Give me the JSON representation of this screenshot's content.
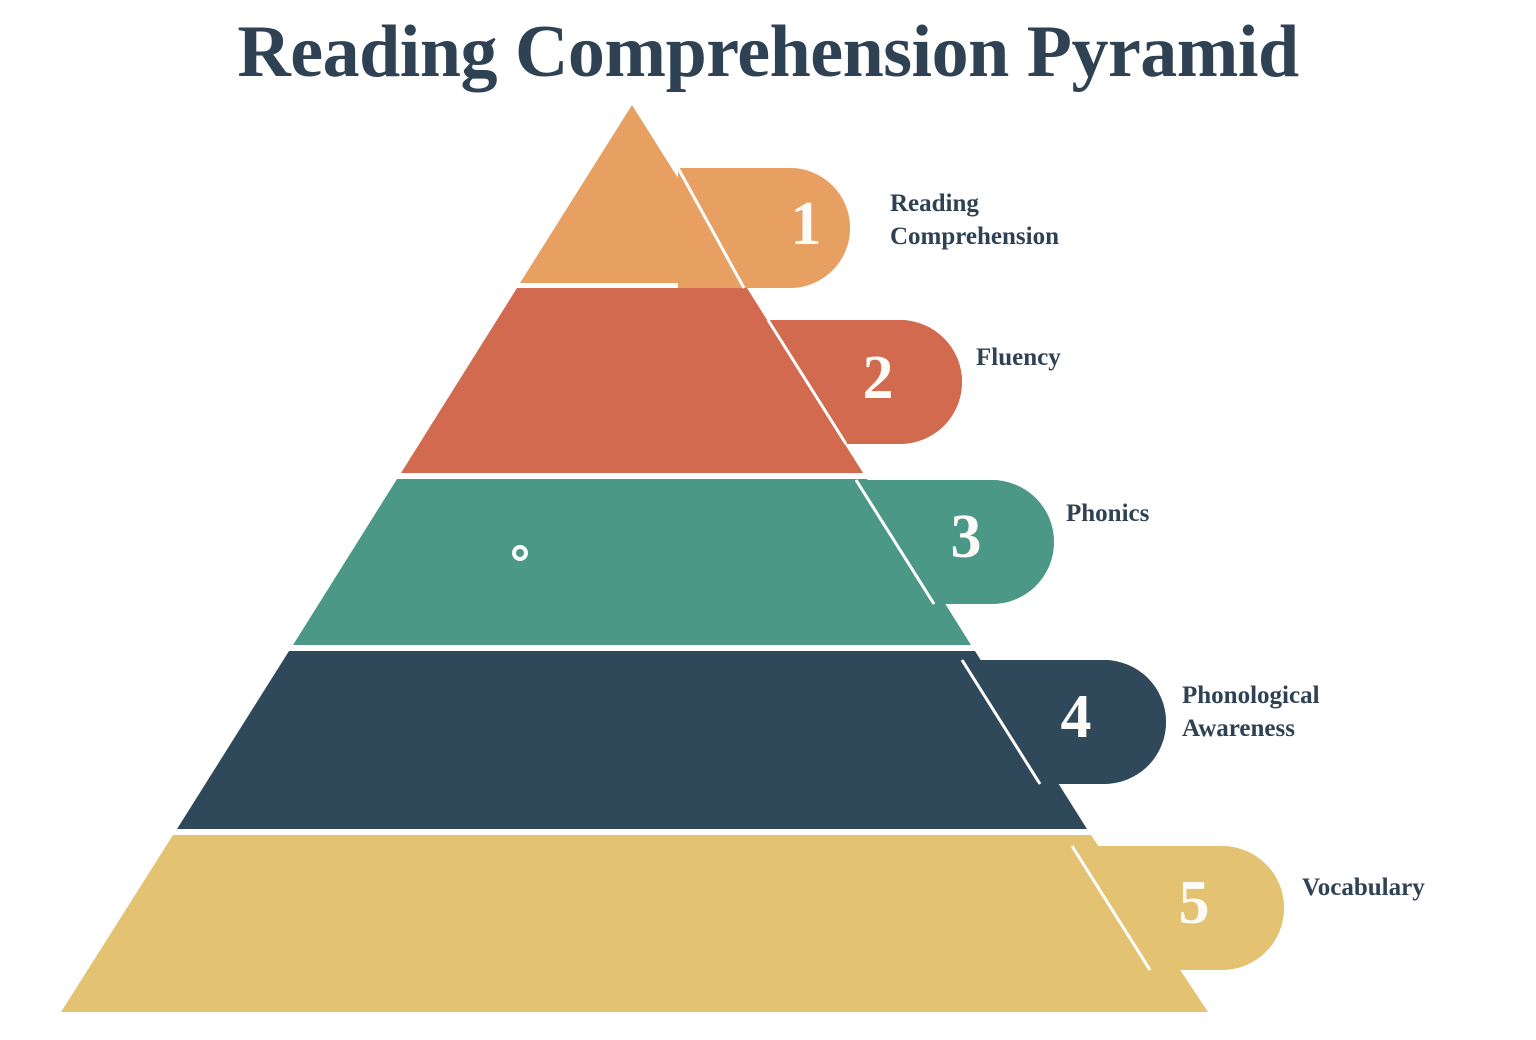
{
  "page": {
    "title": "Reading Comprehension Pyramid",
    "background_color": "#FFFFFF",
    "title_color": "#2F4254"
  },
  "chart_data": {
    "type": "pyramid",
    "title": "Reading Comprehension Pyramid",
    "orientation": "apex-top",
    "level_count": 5,
    "numbering": "1 at apex, 5 at base",
    "levels": [
      {
        "number": "1",
        "label": "Reading\nComprehension",
        "label_plain": "Reading Comprehension",
        "color": "#E8A062",
        "rank": 1,
        "position": "apex"
      },
      {
        "number": "2",
        "label": "Fluency",
        "label_plain": "Fluency",
        "color": "#D16A4F",
        "rank": 2,
        "position": "upper-middle"
      },
      {
        "number": "3",
        "label": "Phonics",
        "label_plain": "Phonics",
        "color": "#4C9887",
        "rank": 3,
        "position": "middle"
      },
      {
        "number": "4",
        "label": "Phonological\nAwareness",
        "label_plain": "Phonological Awareness",
        "color": "#30495A",
        "rank": 4,
        "position": "lower-middle"
      },
      {
        "number": "5",
        "label": "Vocabulary",
        "label_plain": "Vocabulary",
        "color": "#E3C371",
        "rank": 5,
        "position": "base"
      }
    ],
    "legend": "none",
    "grid": false
  },
  "levels": [
    {
      "number": "1",
      "label": "Reading\nComprehension",
      "color": "#E8A062"
    },
    {
      "number": "2",
      "label": "Fluency",
      "color": "#D16A4F"
    },
    {
      "number": "3",
      "label": "Phonics",
      "color": "#4C9887"
    },
    {
      "number": "4",
      "label": "Phonological\nAwareness",
      "color": "#30495A"
    },
    {
      "number": "5",
      "label": "Vocabulary",
      "color": "#E3C371"
    }
  ],
  "marker": {
    "name": "ring-marker",
    "color": "#FFFFFF"
  }
}
